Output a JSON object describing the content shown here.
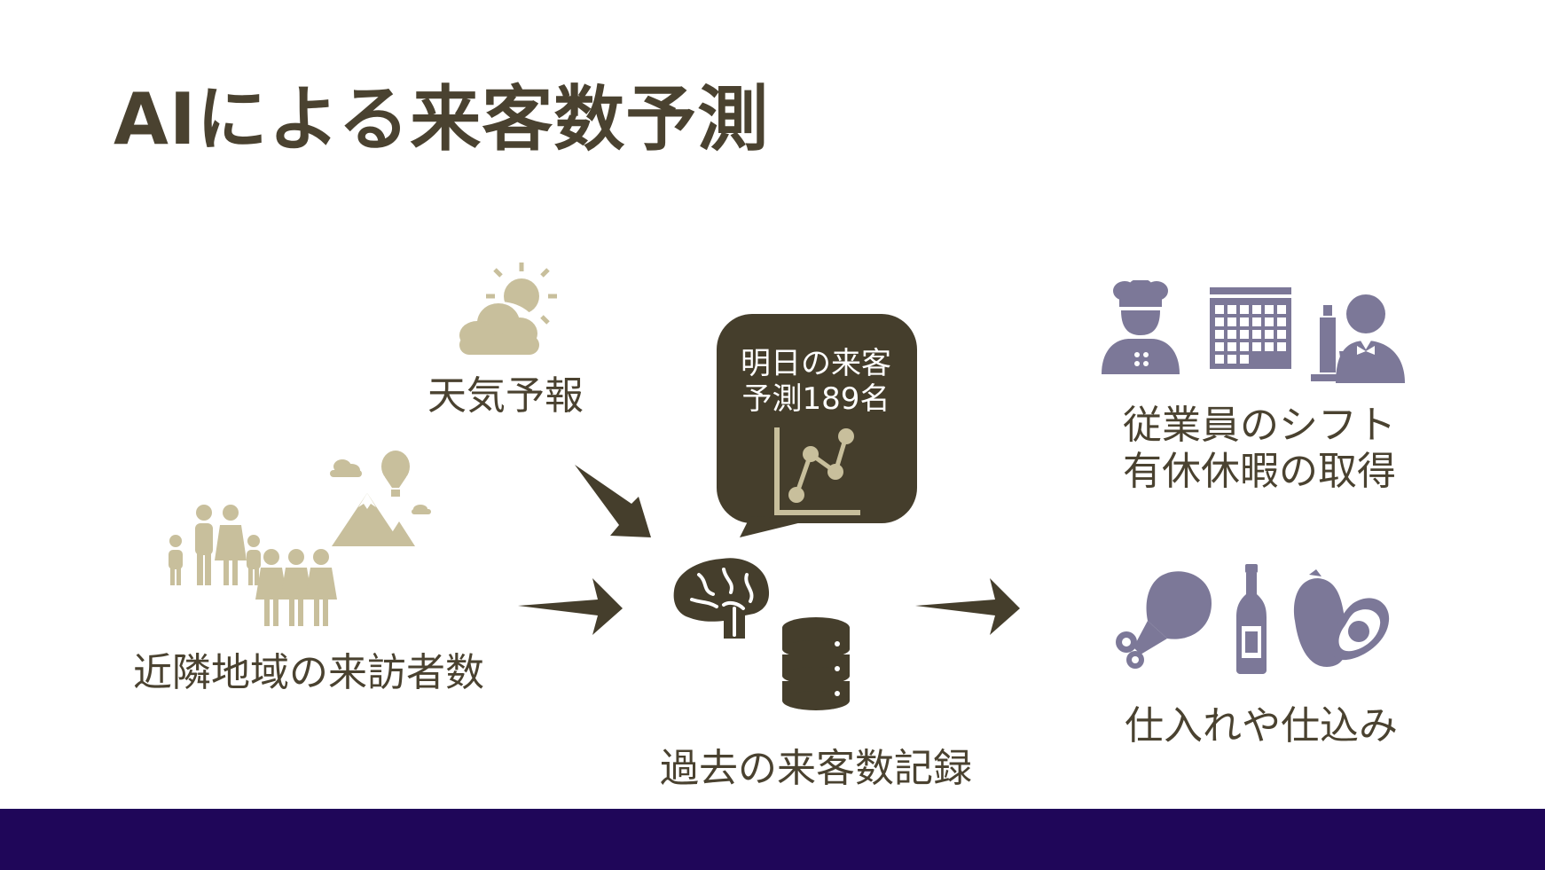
{
  "title": "AIによる来客数予測",
  "inputs": {
    "weather_label": "天気予報",
    "visitors_label": "近隣地域の来訪者数",
    "history_label": "過去の来客数記録"
  },
  "prediction_bubble": {
    "line1": "明日の来客",
    "line2": "予測189名"
  },
  "outputs": {
    "staff_line1": "従業員のシフト",
    "staff_line2": "有休休暇の取得",
    "supply_label": "仕入れや仕込み"
  },
  "colors": {
    "title": "#4a4230",
    "input_icons": "#c8bf9c",
    "ai_icons": "#453e2c",
    "output_icons": "#7c7898",
    "footer": "#1f0659"
  },
  "icons": [
    "sun-cloud-icon",
    "family-icon",
    "mountain-balloon-icon",
    "arrow-icon",
    "brain-icon",
    "database-icon",
    "chart-icon",
    "chef-icon",
    "calendar-icon",
    "waiter-icon",
    "chicken-leg-icon",
    "bottle-icon",
    "avocado-icon"
  ]
}
